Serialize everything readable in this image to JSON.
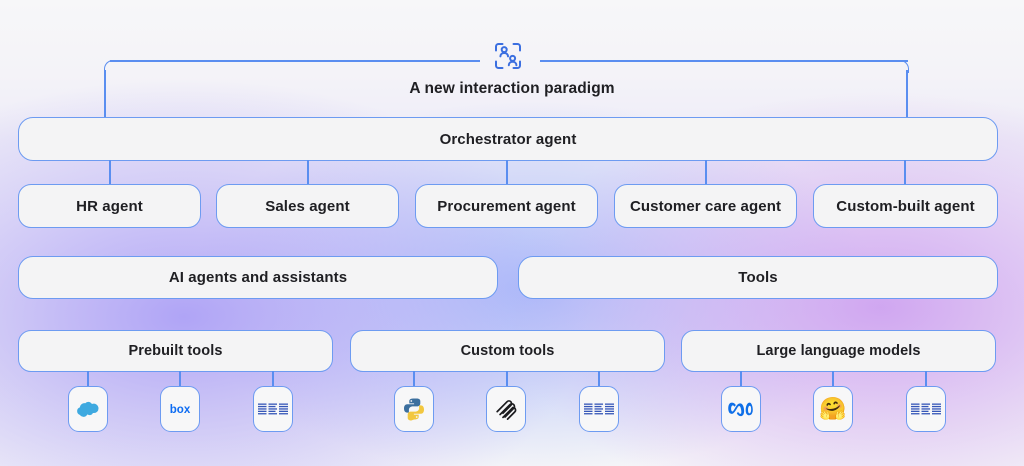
{
  "diagram": {
    "title": "A new interaction paradigm",
    "hero_icon": "users-frame-icon",
    "accent_color": "#5a8ef0",
    "box_border_color": "#6d9bf1",
    "box_fill_color": "#f4f4f5",
    "background_colors": [
      "#f7f7f9",
      "#aca0f6",
      "#cda0f0",
      "#a0b4fa"
    ],
    "orchestrator": {
      "label": "Orchestrator agent"
    },
    "agents": [
      {
        "label": "HR agent"
      },
      {
        "label": "Sales agent"
      },
      {
        "label": "Procurement agent"
      },
      {
        "label": "Customer care agent"
      },
      {
        "label": "Custom-built agent"
      }
    ],
    "layers": [
      {
        "label": "AI agents and assistants"
      },
      {
        "label": "Tools"
      }
    ],
    "groups": [
      {
        "label": "Prebuilt tools",
        "items": [
          {
            "name": "salesforce-cloud-icon",
            "alt": "Salesforce"
          },
          {
            "name": "box-logo-icon",
            "alt": "box"
          },
          {
            "name": "ibm-logo-icon",
            "alt": "IBM"
          }
        ]
      },
      {
        "label": "Custom tools",
        "items": [
          {
            "name": "python-logo-icon",
            "alt": "Python"
          },
          {
            "name": "mcp-logo-icon",
            "alt": "MCP"
          },
          {
            "name": "ibm-logo-icon",
            "alt": "IBM"
          }
        ]
      },
      {
        "label": "Large language models",
        "items": [
          {
            "name": "meta-logo-icon",
            "alt": "Meta"
          },
          {
            "name": "hugging-face-icon",
            "alt": "Hugging Face",
            "glyph": "🤗"
          },
          {
            "name": "ibm-logo-icon",
            "alt": "IBM"
          }
        ]
      }
    ]
  }
}
